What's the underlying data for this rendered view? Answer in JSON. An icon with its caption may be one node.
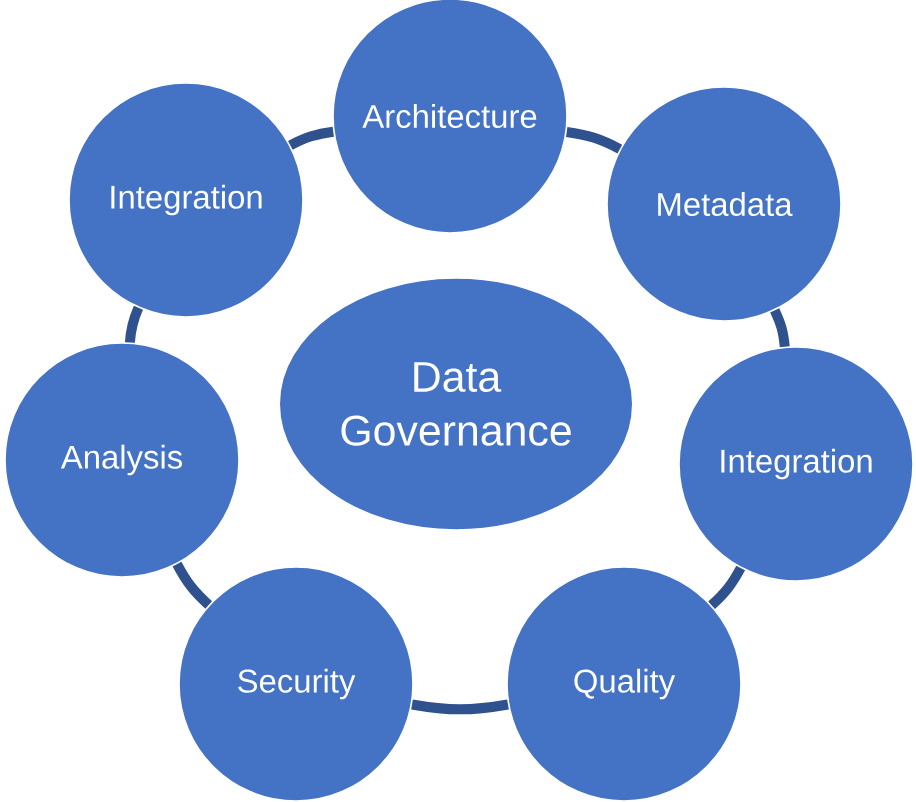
{
  "diagram": {
    "nodes": [
      {
        "text": [
          "Architecture"
        ]
      },
      {
        "text": [
          "Integration"
        ]
      },
      {
        "text": [
          "Metadata"
        ]
      },
      {
        "text": [
          "Data Governance"
        ]
      },
      {
        "text": [
          "Analysis"
        ]
      },
      {
        "text": [
          "Integration"
        ]
      },
      {
        "text": [
          "Security"
        ]
      },
      {
        "text": [
          "Quality"
        ]
      }
    ],
    "edges": [
      {
        "from": 0,
        "to": 2,
        "arrow": "none"
      },
      {
        "from": 2,
        "to": 5,
        "arrow": "none"
      },
      {
        "from": 5,
        "to": 7,
        "arrow": "none"
      },
      {
        "from": 7,
        "to": 6,
        "arrow": "none"
      },
      {
        "from": 6,
        "to": 4,
        "arrow": "none"
      },
      {
        "from": 4,
        "to": 1,
        "arrow": "none"
      },
      {
        "from": 1,
        "to": 0,
        "arrow": "none"
      }
    ]
  }
}
